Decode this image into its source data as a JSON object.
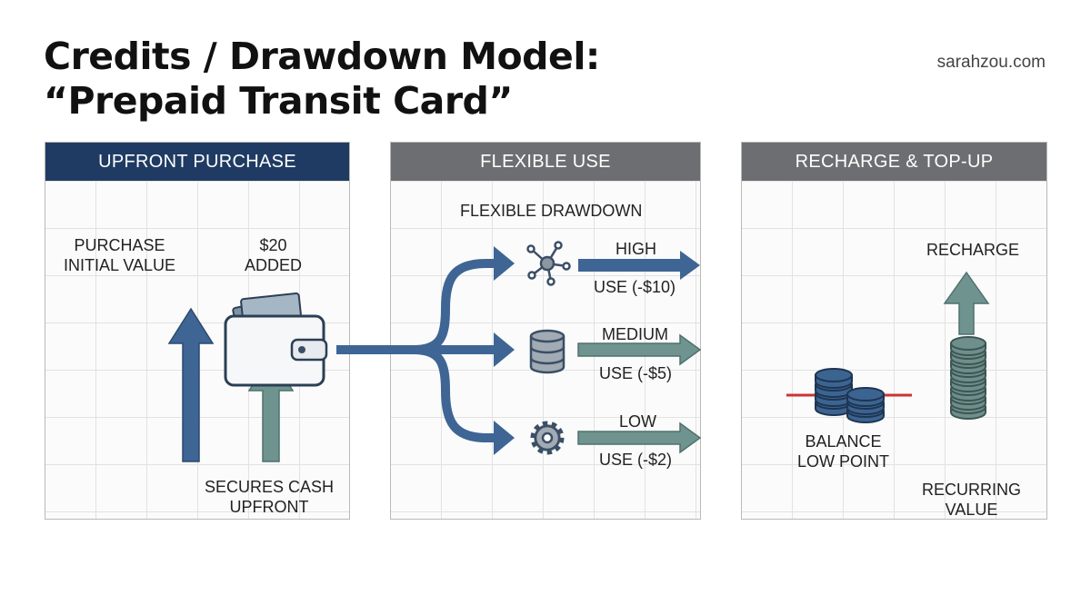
{
  "header": {
    "title_line1": "Credits / Drawdown Model:",
    "title_line2": "“Prepaid Transit Card”",
    "site": "sarahzou.com"
  },
  "panels": {
    "upfront": {
      "title": "UPFRONT PURCHASE",
      "purchase_label_1": "PURCHASE",
      "purchase_label_2": "INITIAL VALUE",
      "added_label_1": "$20",
      "added_label_2": "ADDED",
      "secures_label_1": "SECURES CASH",
      "secures_label_2": "UPFRONT"
    },
    "flexible": {
      "title": "FLEXIBLE USE",
      "subtitle": "FLEXIBLE DRAWDOWN",
      "tiers": [
        {
          "level": "HIGH",
          "use": "USE (-$10)",
          "icon": "network-hub-icon"
        },
        {
          "level": "MEDIUM",
          "use": "USE (-$5)",
          "icon": "database-icon"
        },
        {
          "level": "LOW",
          "use": "USE (-$2)",
          "icon": "gear-icon"
        }
      ]
    },
    "recharge": {
      "title": "RECHARGE & TOP-UP",
      "recharge_label": "RECHARGE",
      "balance_label_1": "BALANCE",
      "balance_label_2": "LOW POINT",
      "recurring_label_1": "RECURRING",
      "recurring_label_2": "VALUE"
    }
  },
  "colors": {
    "navy": "#1f3b63",
    "blue_arrow": "#3e6594",
    "green_arrow": "#6f9490",
    "grey_header": "#6d6e71",
    "coin_blue": "#3c6491",
    "coin_green": "#6e8f8b",
    "low_line": "#cc3333"
  }
}
